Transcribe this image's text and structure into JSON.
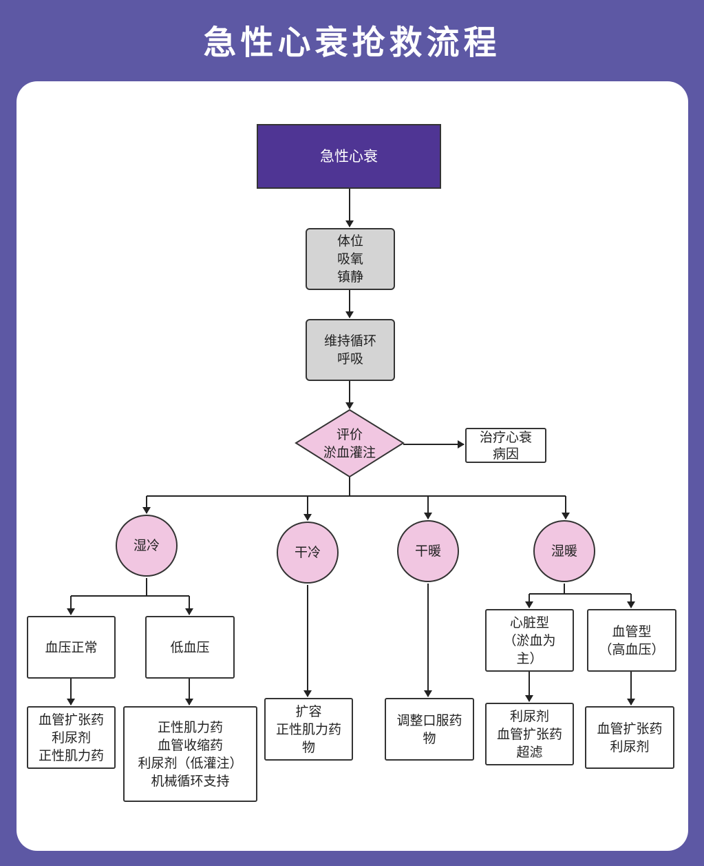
{
  "title": "急性心衰抢救流程",
  "colors": {
    "background": "#5d58a4",
    "top_node": "#4f3594",
    "step_node": "#d4d4d4",
    "category_node": "#f1c6e1"
  },
  "nodes": {
    "start": "急性心衰",
    "step1": "体位\n吸氧\n镇静",
    "step2": "维持循环\n呼吸",
    "decision": "评价\n淤血灌注",
    "cause": "治疗心衰\n病因",
    "wet_cold": "湿冷",
    "dry_cold": "干冷",
    "dry_warm": "干暖",
    "wet_warm": "湿暖",
    "bp_normal": "血压正常",
    "hypotension": "低血压",
    "bp_normal_tx": "血管扩张药\n利尿剂\n正性肌力药",
    "hypotension_tx": "正性肌力药\n血管收缩药\n利尿剂（低灌注）\n机械循环支持",
    "dry_cold_tx": "扩容\n正性肌力药\n物",
    "dry_warm_tx": "调整口服药\n物",
    "cardiac_type": "心脏型\n（淤血为\n主）",
    "vascular_type": "血管型\n（高血压）",
    "cardiac_tx": "利尿剂\n血管扩张药\n超滤",
    "vascular_tx": "血管扩张药\n利尿剂"
  }
}
